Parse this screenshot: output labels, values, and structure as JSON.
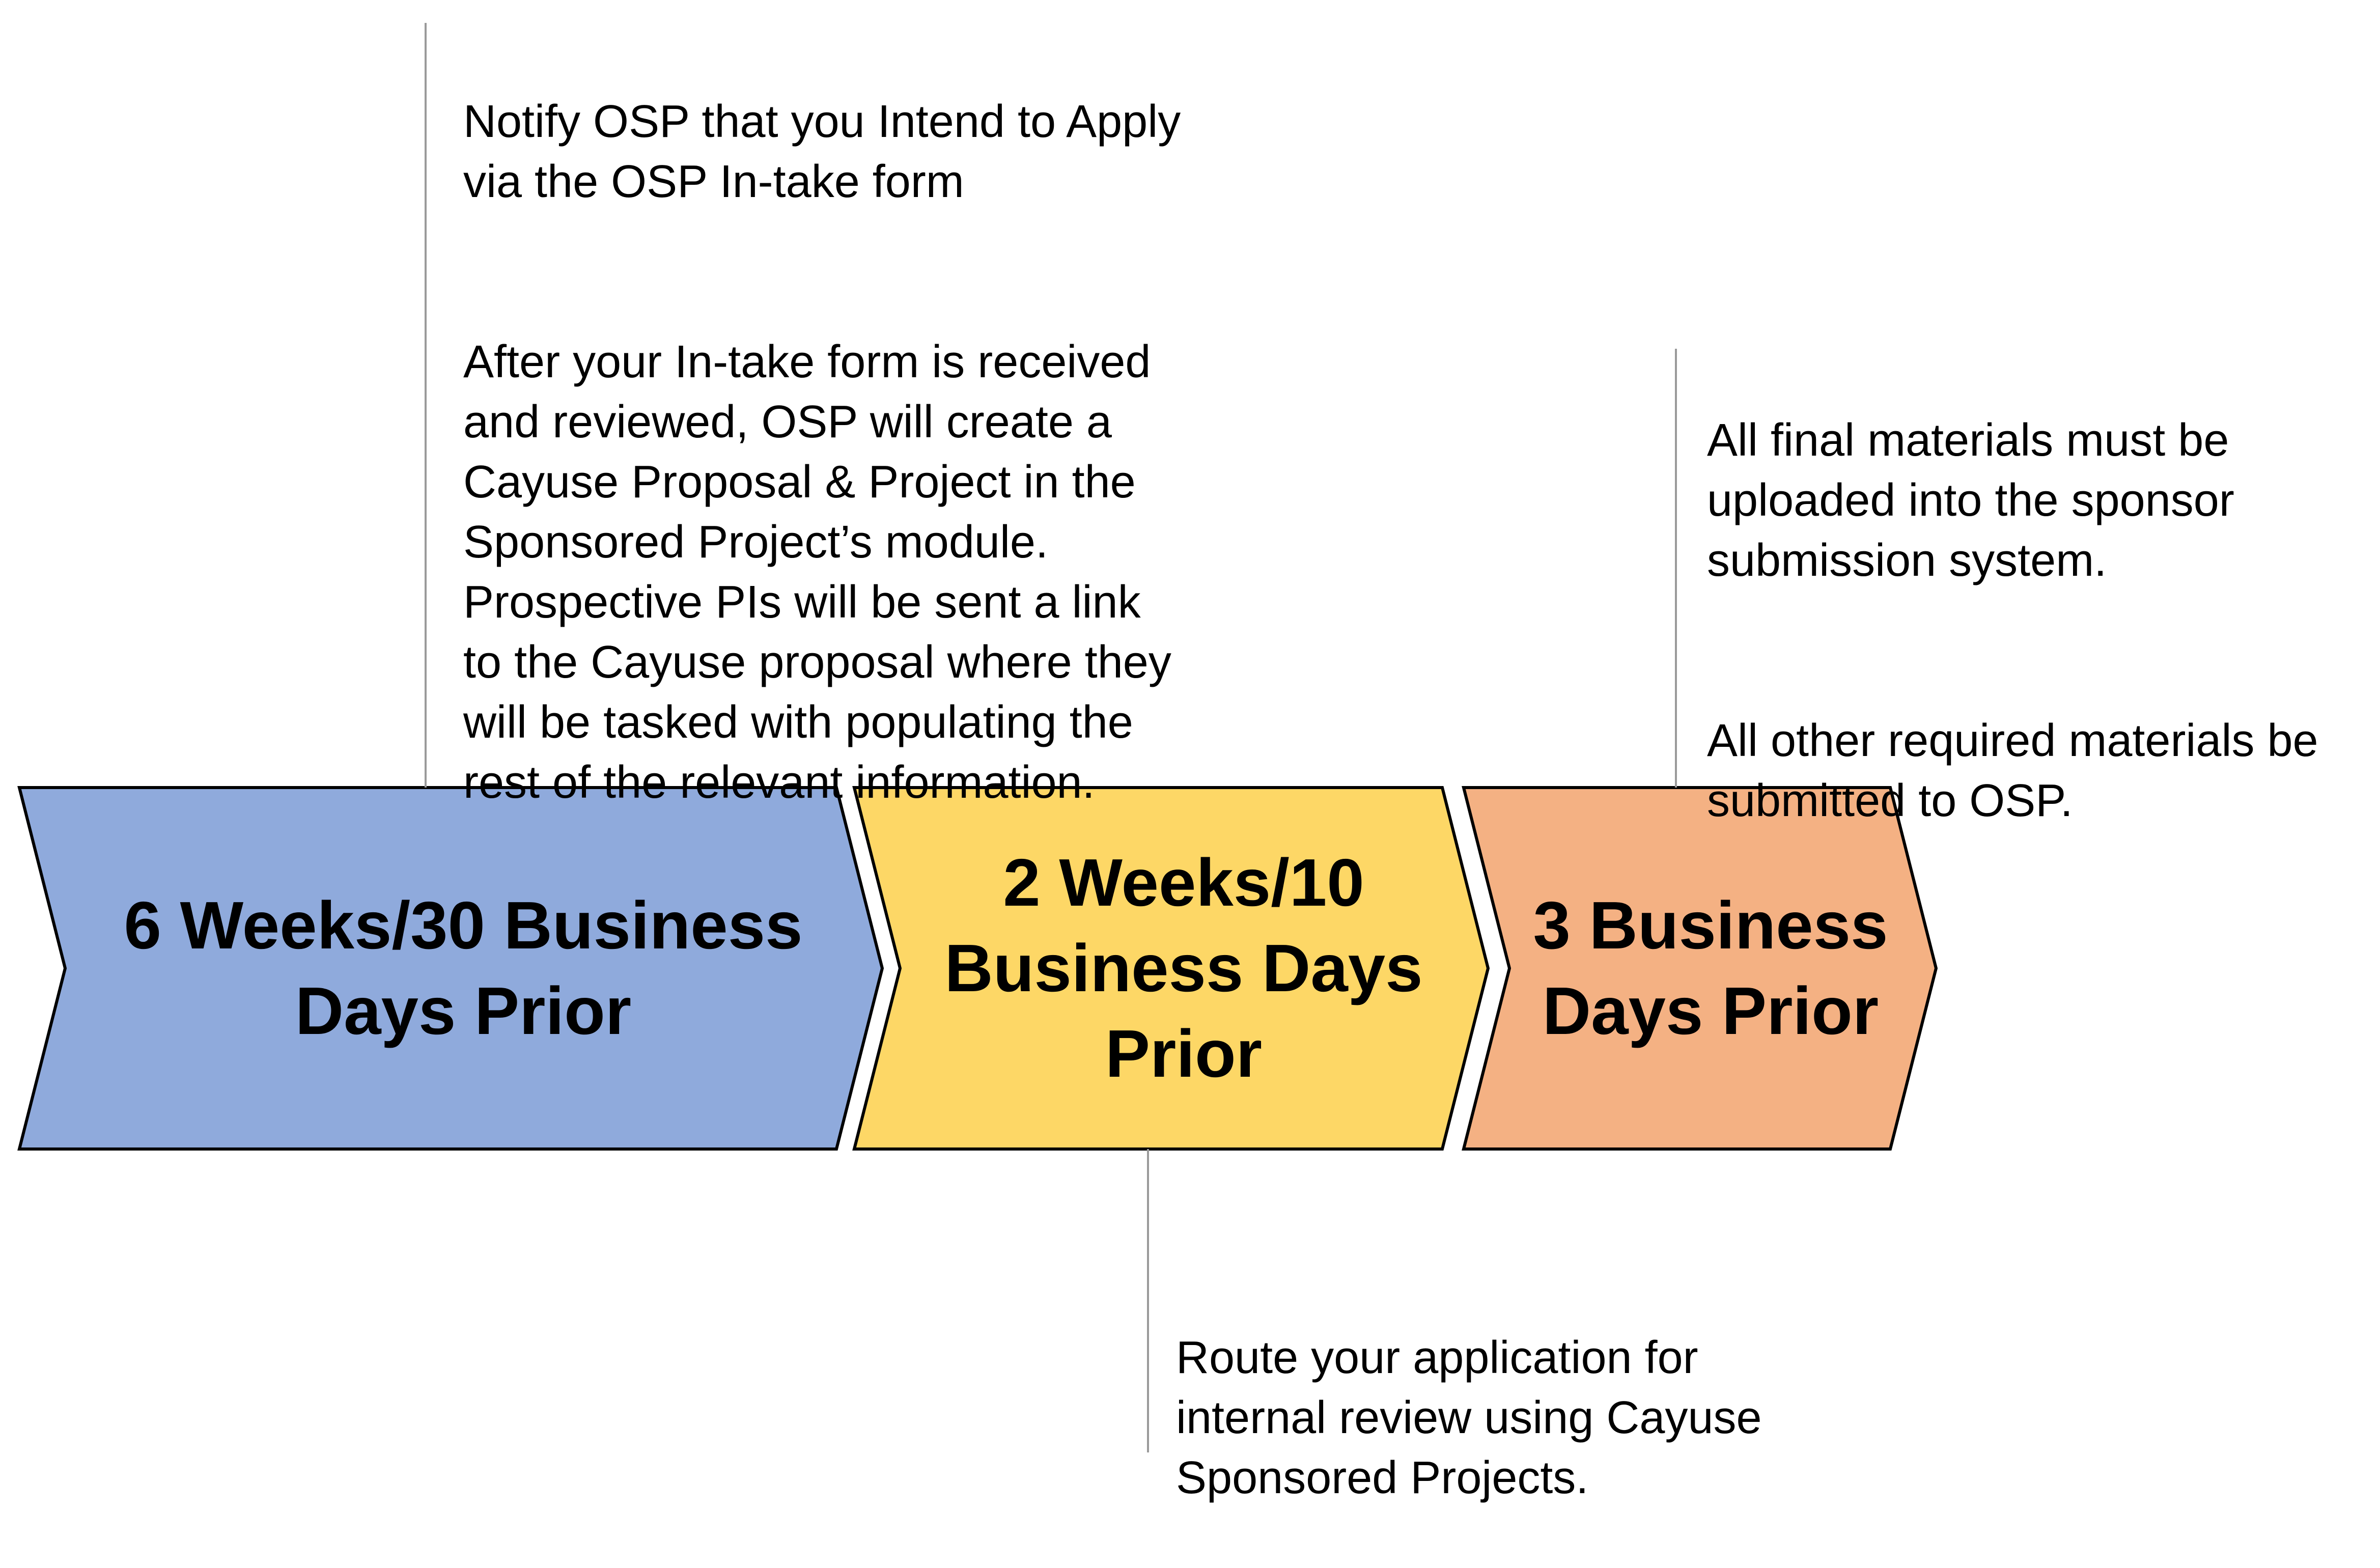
{
  "stages": [
    {
      "label_line1": "6 Weeks/30 Business",
      "label_line2": "Days Prior",
      "label_line3": "",
      "color": "#8FAADC"
    },
    {
      "label_line1": "2 Weeks/10",
      "label_line2": "Business Days",
      "label_line3": "Prior",
      "color": "#FDD766"
    },
    {
      "label_line1": "3 Business",
      "label_line2": "Days Prior",
      "label_line3": "",
      "color": "#F4B183"
    }
  ],
  "annotations": {
    "intake": {
      "line1": "Notify OSP that you Intend to Apply\nvia the OSP In-take form",
      "line2": "After your In-take form is received\nand reviewed, OSP will create a\nCayuse Proposal & Project in the\nSponsored Project’s module.\nProspective PIs will be sent a link\nto the Cayuse proposal where they\nwill be tasked with populating the\nrest of the relevant information."
    },
    "routing": {
      "line1": "Route your application for\ninternal review using Cayuse\nSponsored Projects."
    },
    "final": {
      "line1": "All final materials must be\nuploaded into the sponsor\nsubmission system.",
      "line2": "All other required materials be\nsubmitted to OSP."
    }
  },
  "colors": {
    "outline": "#000000",
    "connector": "#9a9a9a"
  }
}
